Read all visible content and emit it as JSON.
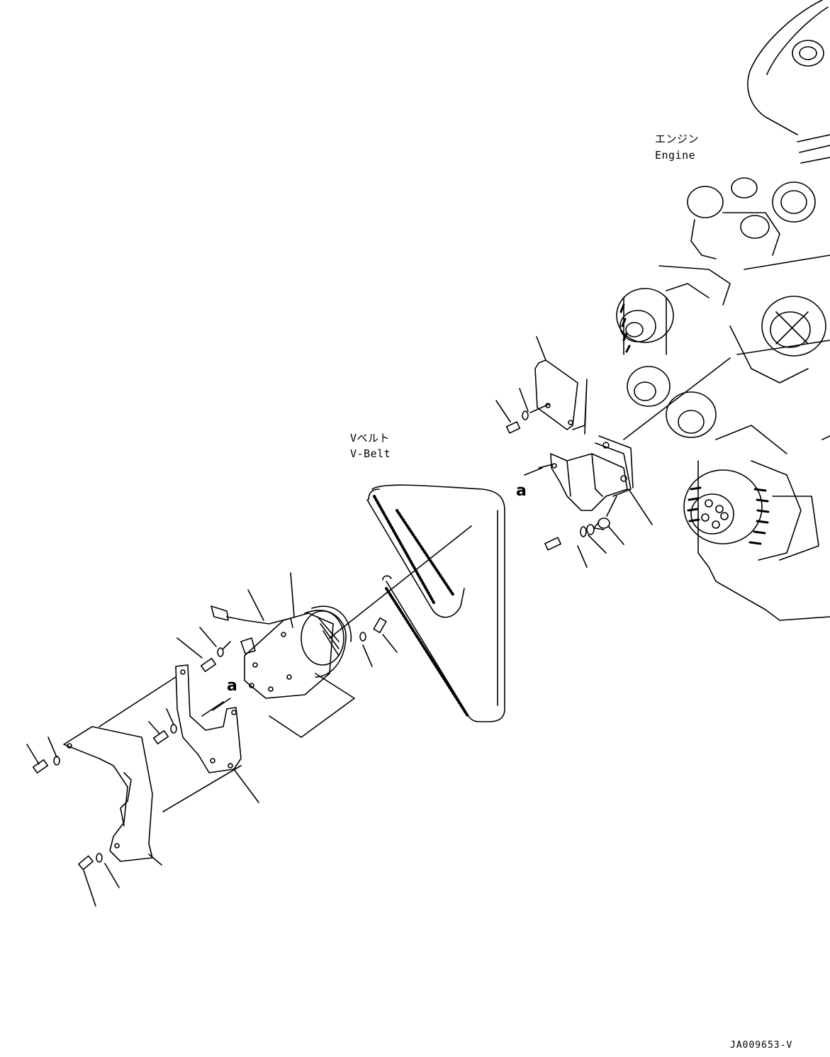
{
  "labels": {
    "engine_jp": "エンジン",
    "engine_en": "Engine",
    "vbelt_jp": "Vベルト",
    "vbelt_en": "V-Belt",
    "callout_upper": "a",
    "callout_lower": "a"
  },
  "figure_id": "JA009653-V",
  "colors": {
    "line": "#000000",
    "background": "#ffffff"
  }
}
